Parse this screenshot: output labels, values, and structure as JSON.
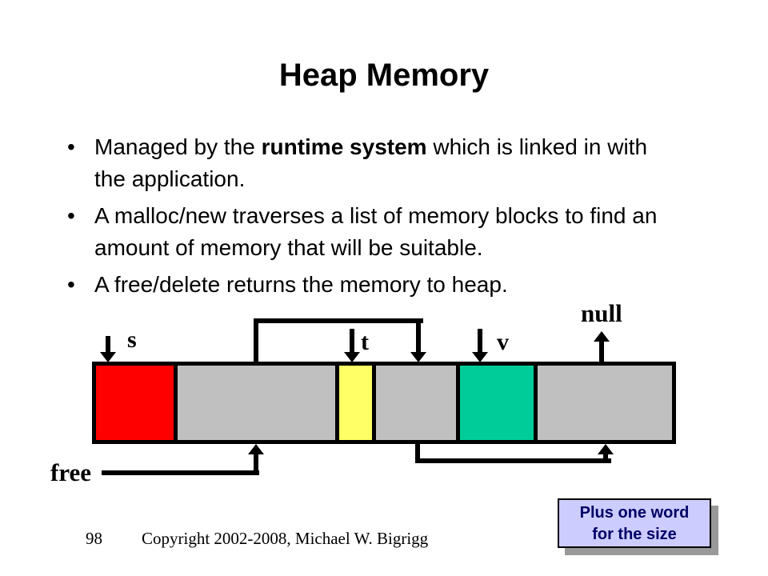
{
  "slide": {
    "title": "Heap Memory",
    "bullet_char": "•",
    "bullets": [
      {
        "prefix": "Managed by the ",
        "bold": "runtime system",
        "suffix": " which is linked in with the application."
      },
      {
        "text": "A malloc/new traverses a list of memory blocks to find an amount of memory that will be suitable."
      },
      {
        "text": "A free/delete returns the memory to heap."
      }
    ]
  },
  "diagram": {
    "labels": {
      "s": "s",
      "t": "t",
      "v": "v",
      "null_ptr": "null",
      "free": "free"
    },
    "colors": {
      "allocated_s": "#FF0000",
      "allocated_t": "#FFFF66",
      "allocated_v": "#00CC99",
      "free_block": "#C0C0C0",
      "line": "#000000"
    }
  },
  "callout": {
    "line1": "Plus one word",
    "line2": "for the size",
    "bg": "#CCCCFF",
    "text_color": "#000066"
  },
  "footer": {
    "page_number": "98",
    "copyright": "Copyright 2002-2008, Michael W. Bigrigg"
  }
}
